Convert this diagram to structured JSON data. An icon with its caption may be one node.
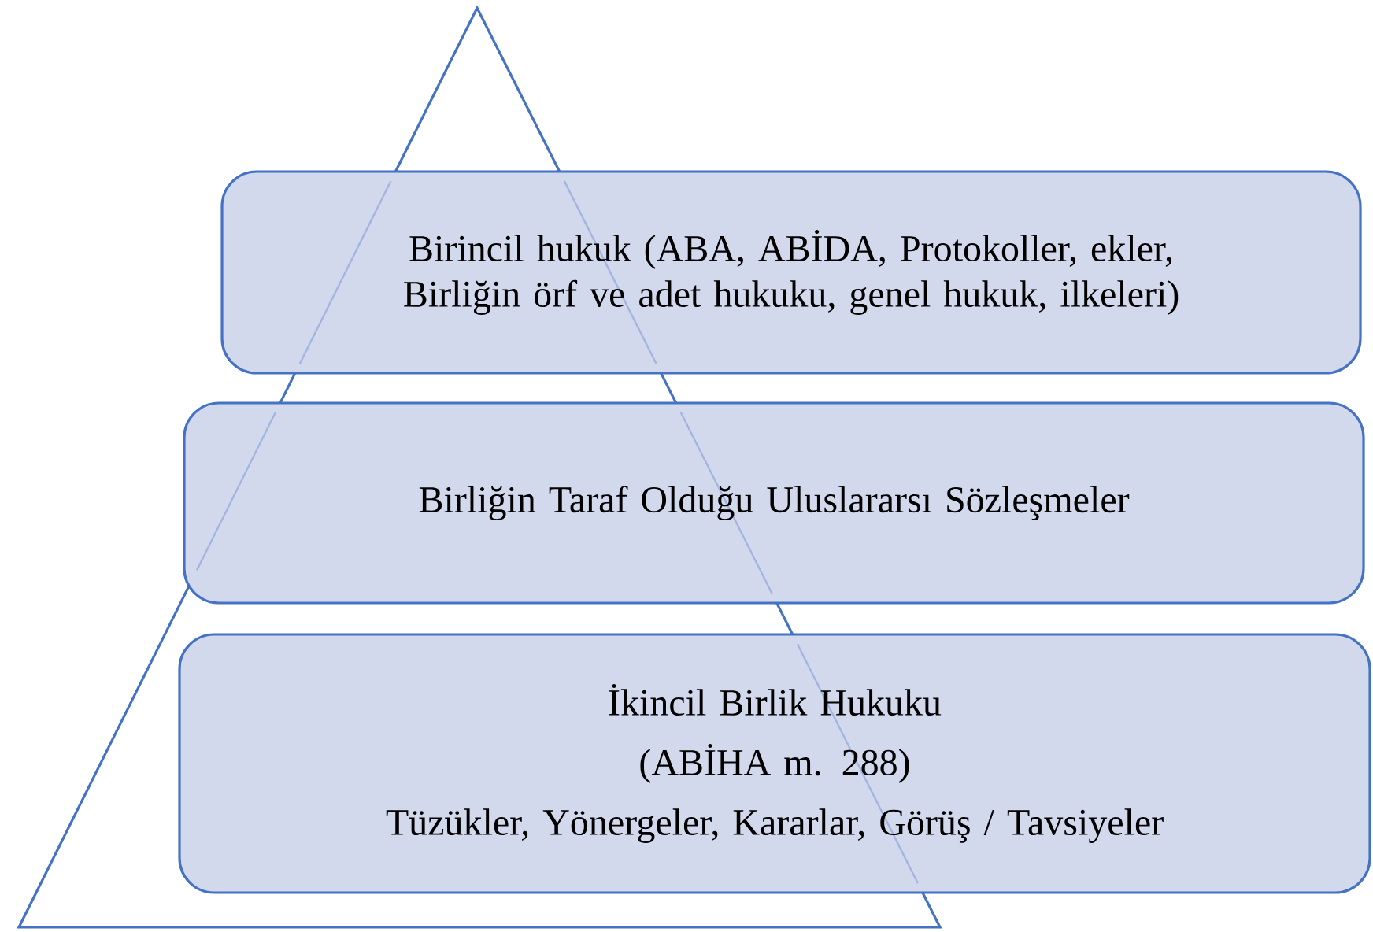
{
  "diagram": {
    "nodes": [
      {
        "text": [],
        "shape": "triangle"
      },
      {
        "text": [
          "Birincil hukuk (ABA, ABİDA, Protokoller, ekler, Birliğin örf ve adet hukuku, genel hukuk, ilkeleri)"
        ]
      },
      {
        "text": [
          "Birliğin Taraf Olduğu Uluslararsı Sözleşmeler"
        ]
      },
      {
        "text": [
          "İkincil Birlik Hukuku",
          "(ABİHA m. 288)",
          "Tüzükler, Yönergeler, Kararlar, Görüş / Tavsiyeler"
        ]
      }
    ]
  }
}
